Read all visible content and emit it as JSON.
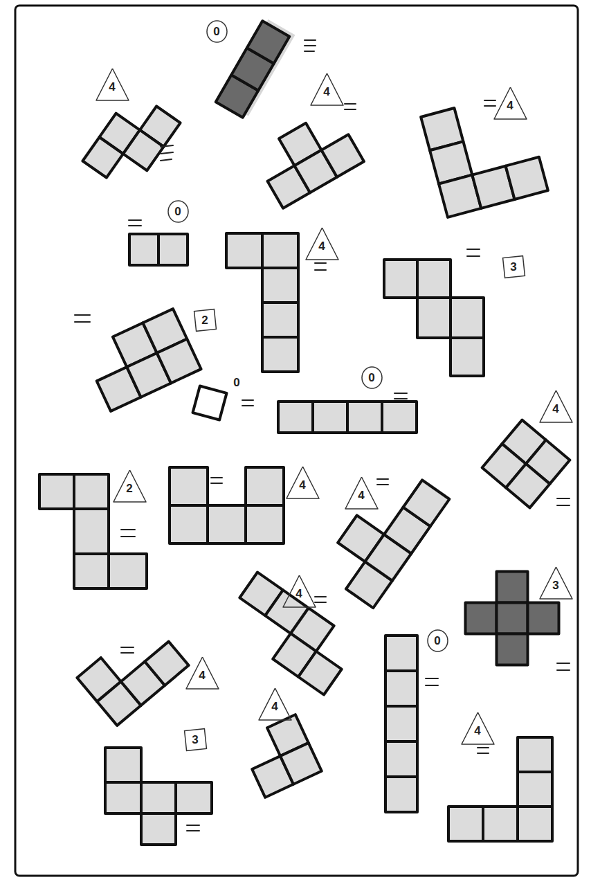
{
  "diagram": {
    "labels": [
      "0",
      "4",
      "4",
      "4",
      "0",
      "4",
      "3",
      "2",
      "0",
      "0",
      "4",
      "4",
      "2",
      "4",
      "3",
      "4",
      "0",
      "4",
      "4",
      "4",
      "3"
    ]
  }
}
